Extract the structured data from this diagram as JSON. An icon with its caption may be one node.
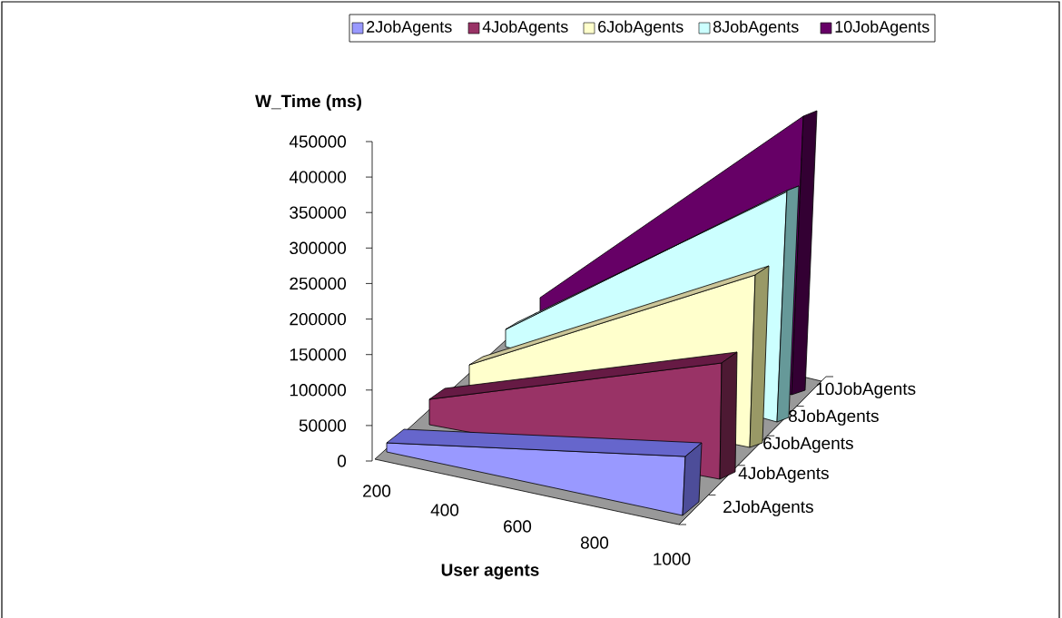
{
  "diagram": {
    "labels": [
      "W_Time (ms)",
      "450000",
      "400000",
      "350000",
      "300000",
      "250000",
      "200000",
      "150000",
      "100000",
      "50000",
      "0",
      "10JobAgents",
      "8JobAgents",
      "6JobAgents",
      "4JobAgents",
      "2JobAgents",
      "200",
      "400",
      "600",
      "800",
      "1000",
      "User agents"
    ],
    "legend": [
      {
        "text": "2JobAgents",
        "color": "#9999ff"
      },
      {
        "text": "4JobAgents",
        "color": "#993366"
      },
      {
        "text": "6JobAgents",
        "color": "#ffffcc"
      },
      {
        "text": "8JobAgents",
        "color": "#ccffff"
      },
      {
        "text": "10JobAgents",
        "color": "#660066"
      }
    ]
  }
}
